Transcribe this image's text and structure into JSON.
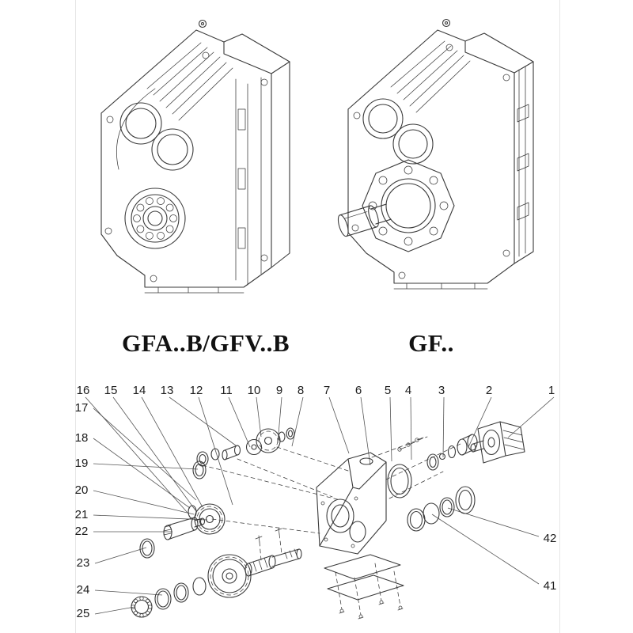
{
  "models": [
    {
      "label": "GFA..B/GFV..B"
    },
    {
      "label": "GF.."
    }
  ],
  "exploded": {
    "top_numbers": [
      "16",
      "15",
      "14",
      "13",
      "12",
      "11",
      "10",
      "9",
      "8",
      "7",
      "6",
      "5",
      "4",
      "3",
      "2",
      "1"
    ],
    "left_numbers": [
      "17",
      "18",
      "19",
      "20",
      "21",
      "22",
      "23",
      "24",
      "25"
    ],
    "right_numbers": [
      "42",
      "41"
    ]
  },
  "colors": {
    "line": "#3a3a3a",
    "text": "#1c1c1c"
  }
}
